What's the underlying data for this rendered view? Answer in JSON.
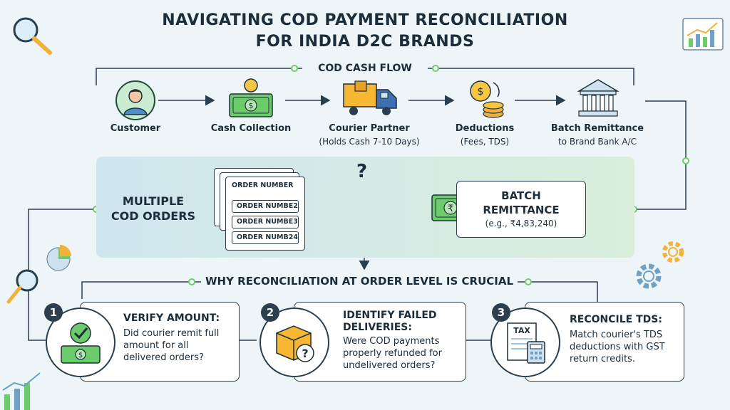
{
  "title": {
    "line1": "NAVIGATING COD PAYMENT RECONCILIATION",
    "line2": "FOR INDIA D2C BRANDS"
  },
  "cash_flow": {
    "label": "COD CASH FLOW",
    "nodes": [
      {
        "label": "Customer",
        "sub": "",
        "icon": "customer-icon"
      },
      {
        "label": "Cash Collection",
        "sub": "",
        "icon": "cash-icon"
      },
      {
        "label": "Courier Partner",
        "sub": "(Holds Cash 7-10 Days)",
        "icon": "truck-icon"
      },
      {
        "label": "Deductions",
        "sub": "(Fees, TDS)",
        "icon": "coins-icon"
      },
      {
        "label": "Batch Remittance",
        "sub": "to Brand Bank A/C",
        "icon": "bank-icon"
      }
    ]
  },
  "orders": {
    "label_line1": "MULTIPLE",
    "label_line2": "COD ORDERS",
    "rows": [
      "ORDER NUMBER",
      "ORDER NUMBE2",
      "ORDER NUMBE3",
      "ORDER NUMB24"
    ],
    "question_mark": "?"
  },
  "batch": {
    "line1": "BATCH",
    "line2": "REMITTANCE",
    "example": "(e.g., ₹4,83,240)",
    "currency_symbol": "₹"
  },
  "why": {
    "label": "WHY RECONCILIATION AT ORDER LEVEL IS CRUCIAL",
    "steps": [
      {
        "num": "1",
        "title": "VERIFY AMOUNT:",
        "text": "Did courier remit full amount for all delivered orders?",
        "icon": "check-cash-icon"
      },
      {
        "num": "2",
        "title": "IDENTIFY FAILED DELIVERIES:",
        "text": "Were COD payments properly refunded for undelivered orders?",
        "icon": "box-question-icon"
      },
      {
        "num": "3",
        "title": "RECONCILE TDS:",
        "text": "Match courier's TDS deductions with GST return credits.",
        "icon": "tax-calculator-icon"
      }
    ],
    "tax_label": "TAX",
    "dollar_symbol": "$",
    "step2_question": "?"
  },
  "colors": {
    "accent_green": "#6ccb6a",
    "dark_line": "#2a3f4d",
    "band_left": "#cfe6ef",
    "band_right": "#d9eedb"
  }
}
